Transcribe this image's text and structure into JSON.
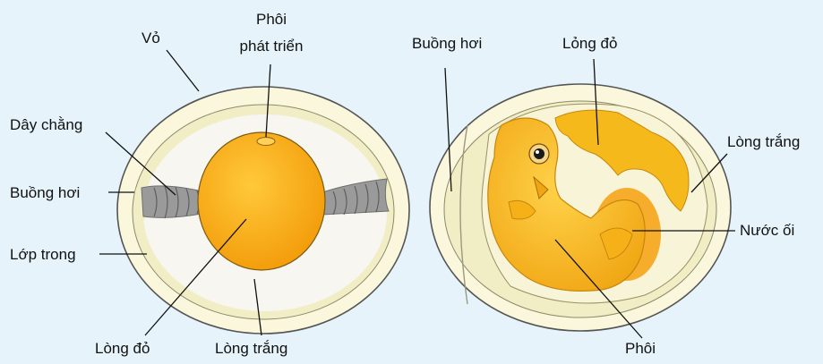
{
  "labels": {
    "left_egg": {
      "shell": "Vỏ",
      "developing_embryo_line1": "Phôi",
      "developing_embryo_line2": "phát triển",
      "chalaza": "Dây chằng",
      "air_sac": "Buồng hơi",
      "inner_membrane": "Lớp trong",
      "yolk": "Lòng đỏ",
      "albumen": "Lòng trắng"
    },
    "right_egg": {
      "air_sac": "Buồng hơi",
      "yolk": "Lỏng đỏ",
      "albumen": "Lòng trắng",
      "amniotic_fluid": "Nước ối",
      "embryo": "Phôi"
    }
  },
  "colors": {
    "background": "#e6f3fa",
    "shell": "#fbf7dc",
    "shell_outline": "#555555",
    "inner_layer": "#f1eec6",
    "albumen": "#f7f6f0",
    "yolk": "#f5aa10",
    "chalaza": "#9a9a9a",
    "embryo": "#f5b318"
  }
}
